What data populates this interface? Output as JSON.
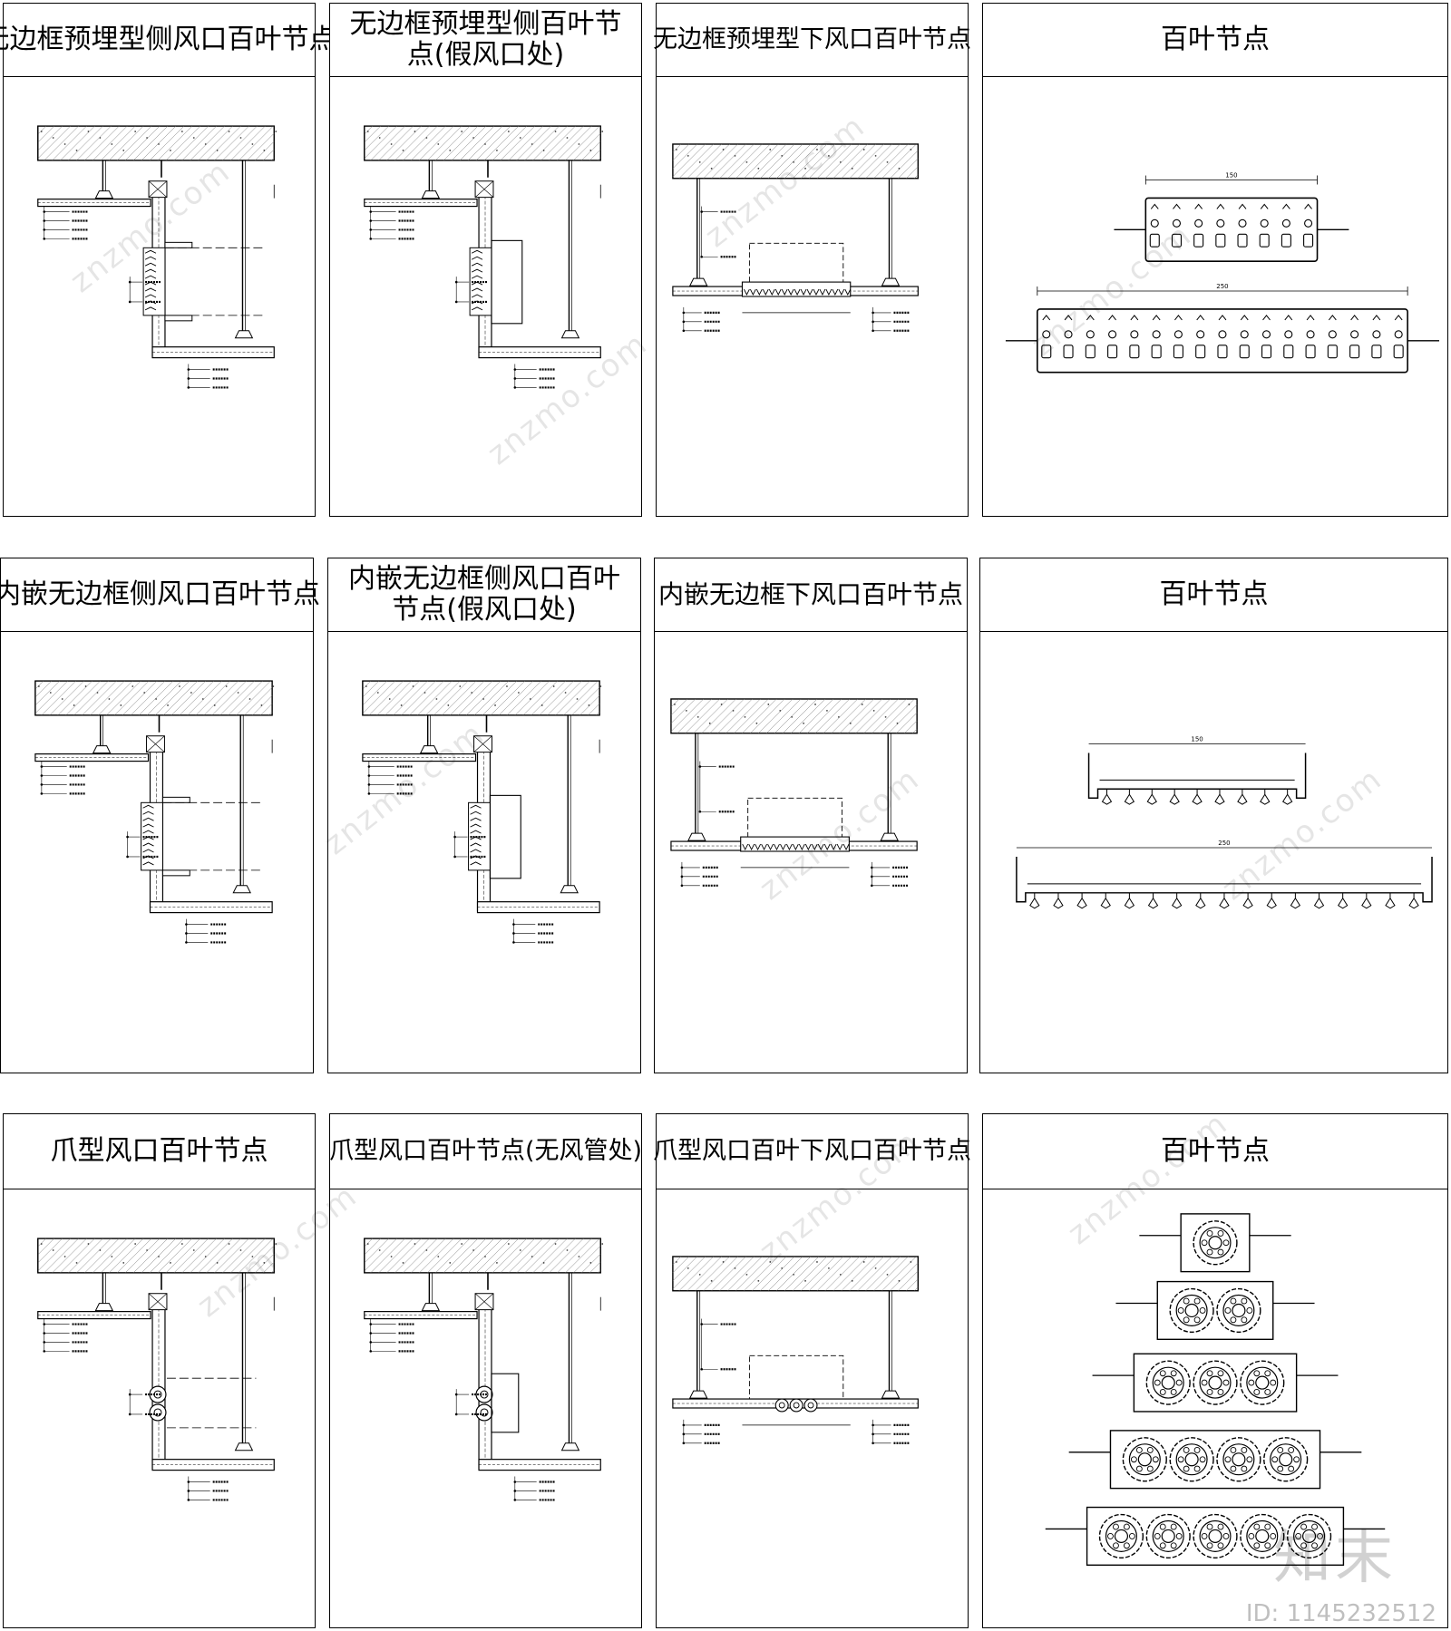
{
  "panels": [
    {
      "title": "无边框预埋型侧风口百叶节点"
    },
    {
      "title": "无边框预埋型侧百叶节点(假风口处)"
    },
    {
      "title": "无边框预埋型下风口百叶节点"
    },
    {
      "title": "百叶节点"
    },
    {
      "title": "内嵌无边框侧风口百叶节点"
    },
    {
      "title": "内嵌无边框侧风口百叶节点(假风口处)"
    },
    {
      "title": "内嵌无边框下风口百叶节点"
    },
    {
      "title": "百叶节点"
    },
    {
      "title": "爪型风口百叶节点"
    },
    {
      "title": "爪型风口百叶节点(无风管处)"
    },
    {
      "title": "爪型风口百叶下风口百叶节点"
    },
    {
      "title": "百叶节点"
    }
  ],
  "dimensions": {
    "small": "150",
    "large": "250"
  },
  "watermark": {
    "site": "znzmo.com",
    "brand": "知末",
    "id": "ID: 1145232512"
  }
}
